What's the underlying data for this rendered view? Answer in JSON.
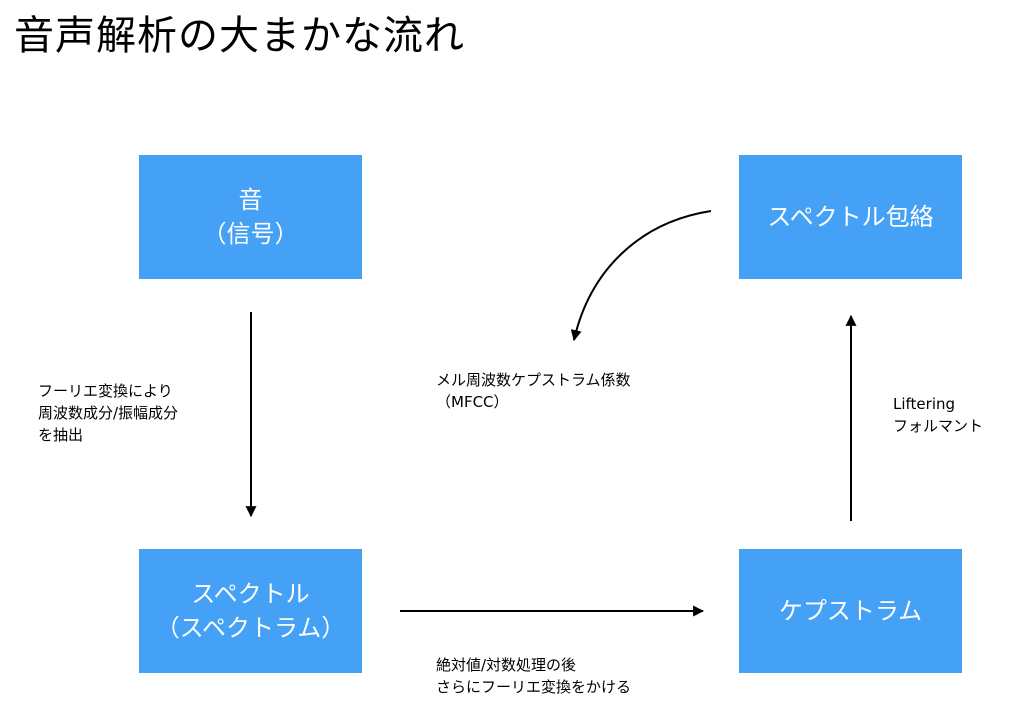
{
  "title": "音声解析の大まかな流れ",
  "boxes": {
    "sound": {
      "line1": "音",
      "line2": "（信号）"
    },
    "envelope": {
      "line1": "スペクトル包絡"
    },
    "spectrum": {
      "line1": "スペクトル",
      "line2": "（スペクトラム）"
    },
    "cepstrum": {
      "line1": "ケプストラム"
    }
  },
  "labels": {
    "fourier": {
      "line1": "フーリエ変換により",
      "line2": "周波数成分/振幅成分",
      "line3": "を抽出"
    },
    "mfcc": {
      "line1": "メル周波数ケプストラム係数",
      "line2": "（MFCC）"
    },
    "liftering": {
      "line1": "Liftering",
      "line2": "フォルマント"
    },
    "abs_log": {
      "line1": "絶対値/対数処理の後",
      "line2": "さらにフーリエ変換をかける"
    }
  },
  "colors": {
    "box_fill": "#44a1f6",
    "box_text": "#ffffff",
    "arrow": "#000000"
  }
}
